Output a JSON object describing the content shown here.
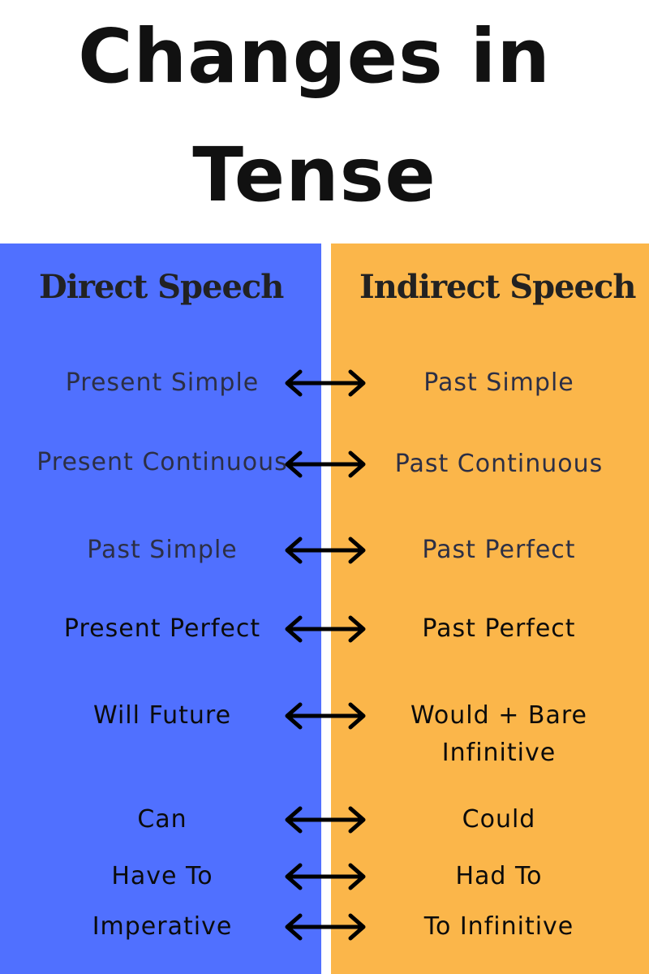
{
  "title": {
    "line1": "Changes in",
    "line2": "Tense"
  },
  "colors": {
    "direct": "#5070ff",
    "indirect": "#fbb64a",
    "text": "#111111"
  },
  "columns": {
    "direct_heading": "Direct Speech",
    "indirect_heading": "Indirect Speech"
  },
  "rows": [
    {
      "direct": "Present Simple",
      "indirect": "Past Simple"
    },
    {
      "direct": "Present Continuous",
      "indirect": "Past Continuous"
    },
    {
      "direct": "Past Simple",
      "indirect": "Past Perfect"
    },
    {
      "direct": "Present Perfect",
      "indirect": "Past Perfect"
    },
    {
      "direct": "Will Future",
      "indirect": "Would + Bare Infinitive"
    },
    {
      "direct": "Can",
      "indirect": "Could"
    },
    {
      "direct": "Have To",
      "indirect": "Had To"
    },
    {
      "direct": "Imperative",
      "indirect": "To Infinitive"
    }
  ],
  "icons": {
    "row_connector": "double-arrow-icon"
  }
}
